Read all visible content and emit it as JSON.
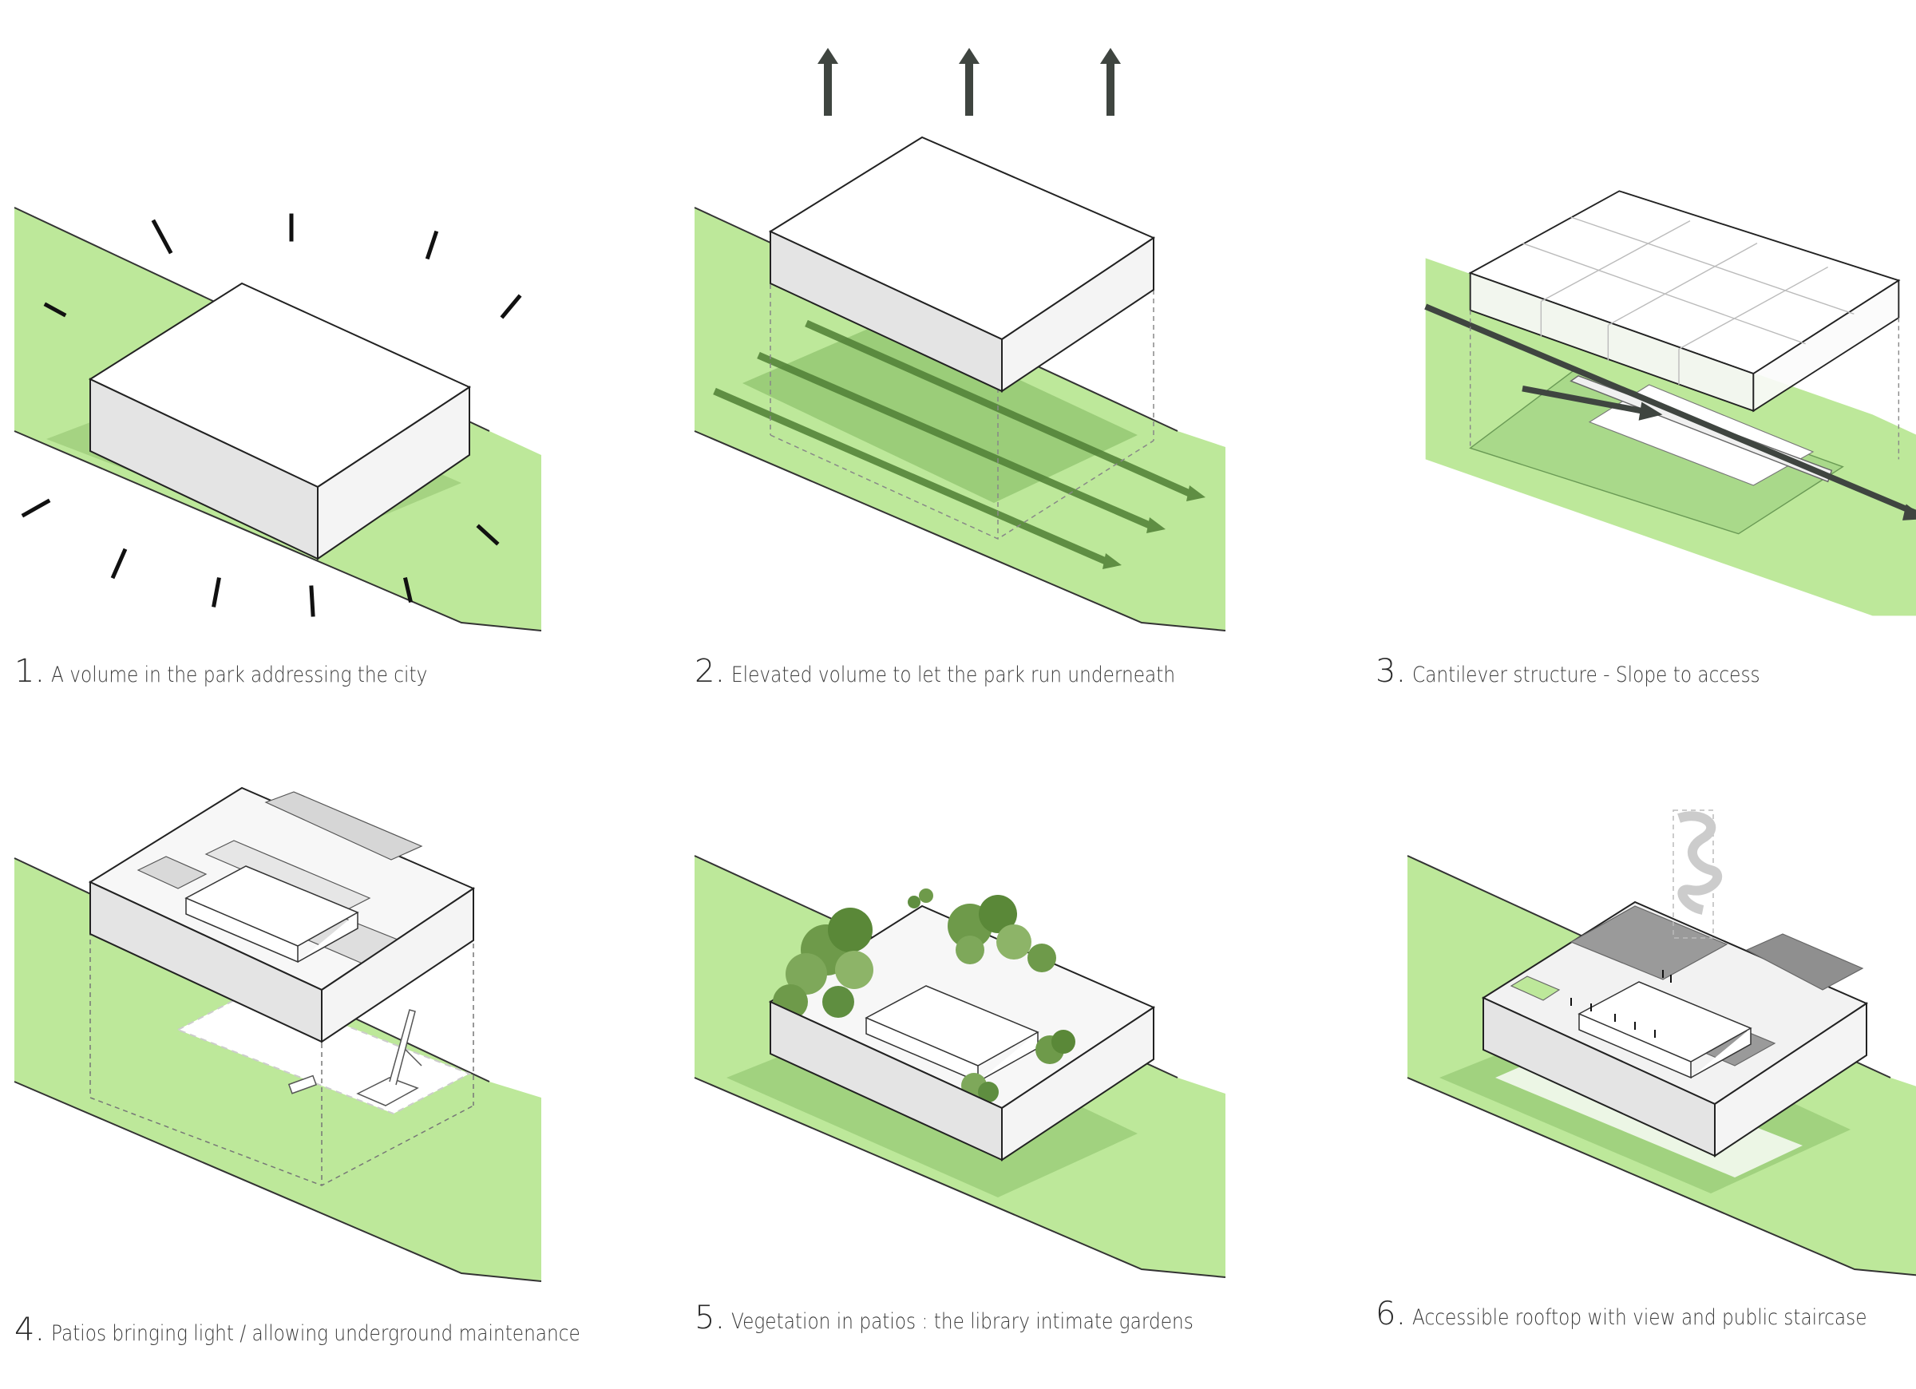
{
  "colors": {
    "park_green": "#bde89a",
    "park_green_dark": "#a9d98a",
    "shadow": "#8bbf6a",
    "box_front": "#e3e3e3",
    "box_side": "#f3f3f3",
    "box_top": "#ffffff",
    "arrow_dark": "#3f4540",
    "arrow_green": "#4f7f35",
    "ray": "#111111"
  },
  "panels": [
    {
      "number": "1.",
      "caption": "A volume in the park addressing the city"
    },
    {
      "number": "2.",
      "caption": "Elevated volume to let the park run underneath"
    },
    {
      "number": "3.",
      "caption": "Cantilever structure - Slope to access"
    },
    {
      "number": "4.",
      "caption": "Patios bringing light / allowing underground maintenance"
    },
    {
      "number": "5.",
      "caption": "Vegetation in patios : the library intimate gardens"
    },
    {
      "number": "6.",
      "caption": "Accessible rooftop with view and public staircase"
    }
  ],
  "icons": {
    "rays": "sun-ray-marks",
    "up_arrows": "up-arrow-icon",
    "flow_arrows": "park-flow-arrow",
    "crane": "crane-icon",
    "trees": "tree-cluster",
    "staircase": "spiral-staircase-icon"
  }
}
